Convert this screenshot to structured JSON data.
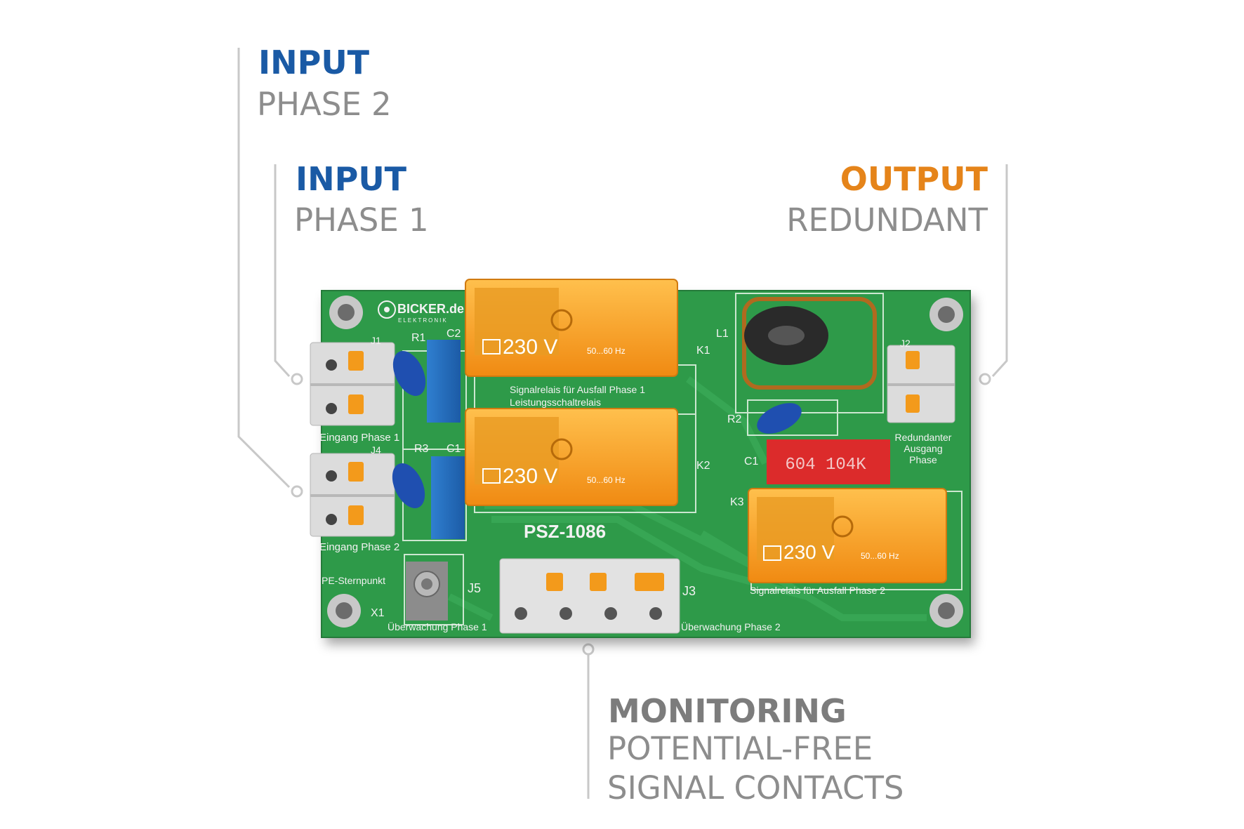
{
  "callouts": {
    "input_phase2": {
      "title": "INPUT",
      "subtitle": "PHASE 2"
    },
    "input_phase1": {
      "title": "INPUT",
      "subtitle": "PHASE 1"
    },
    "output": {
      "title": "OUTPUT",
      "subtitle": "REDUNDANT"
    },
    "monitoring": {
      "title": "MONITORING",
      "line1": "POTENTIAL-FREE",
      "line2": "SIGNAL CONTACTS"
    }
  },
  "board": {
    "model": "PSZ-1086",
    "logo_text": "BICKER.de",
    "logo_sub": "ELEKTRONIK",
    "labels": {
      "eingang1": "Eingang Phase 1",
      "eingang2": "Eingang Phase 2",
      "redundant1": "Redundanter",
      "redundant2": "Ausgang",
      "redundant3": "Phase",
      "signal1": "Signalrelais für Ausfall Phase 1",
      "leistung": "Leistungsschaltrelais",
      "signal2": "Signalrelais für Ausfall Phase 2",
      "pe": "PE-Sternpunkt",
      "ueberwachung1": "Überwachung Phase 1",
      "ueberwachung2": "Überwachung Phase 2"
    },
    "refs": {
      "k1": "K1",
      "k2": "K2",
      "k3": "K3",
      "l1": "L1",
      "r1": "R1",
      "r2": "R2",
      "r3": "R3",
      "c1a": "C1",
      "c1b": "C1",
      "c2": "C2",
      "j1": "J1",
      "j2": "J2",
      "j3": "J3",
      "j4": "J4",
      "j5": "J5",
      "x1": "X1"
    },
    "relay_rating": "230 V",
    "relay_freq": "50...60 Hz",
    "capacitor_text": "604  104K"
  },
  "colors": {
    "input_accent": "#1a5aa5",
    "output_accent": "#e5841a",
    "pcb": "#2f9a4a",
    "relay": "#f5a623"
  }
}
